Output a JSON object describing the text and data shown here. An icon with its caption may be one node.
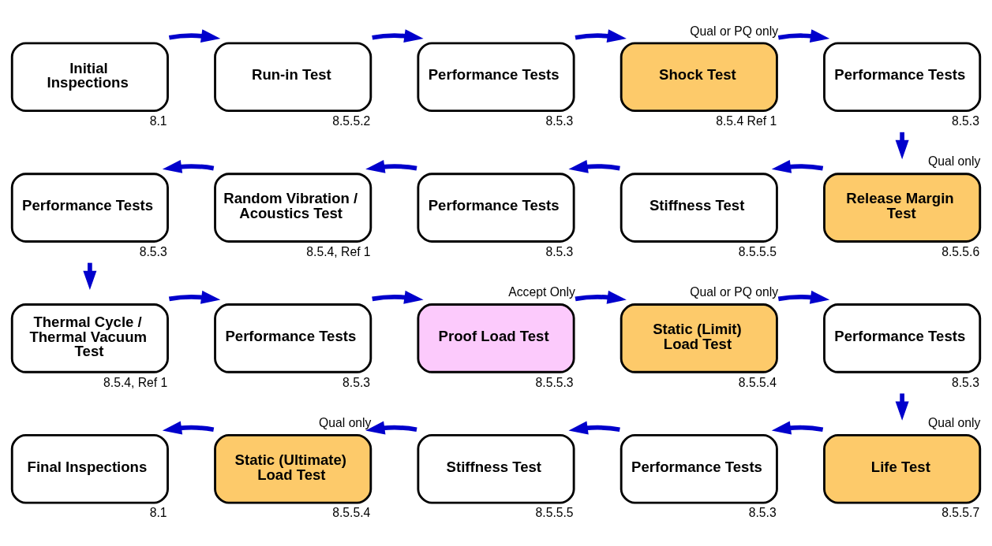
{
  "diagram": {
    "nodes": [
      {
        "text": [
          "Initial Inspections"
        ],
        "beside": [
          "8.1"
        ]
      },
      {
        "text": [
          "Run-in Test"
        ],
        "beside": [
          "8.5.5.2"
        ]
      },
      {
        "text": [
          "Performance Tests"
        ],
        "beside": [
          "8.5.3"
        ]
      },
      {
        "text": [
          "Shock Test"
        ],
        "beside": [
          "Qual or PQ only",
          "8.5.4 Ref 1"
        ]
      },
      {
        "text": [
          "Performance Tests"
        ],
        "beside": [
          "8.5.3"
        ]
      },
      {
        "text": [
          "Release Margin Test"
        ],
        "beside": [
          "Qual only",
          "8.5.5.6"
        ]
      },
      {
        "text": [
          "Stiffness Test"
        ],
        "beside": [
          "8.5.5.5"
        ]
      },
      {
        "text": [
          "Performance Tests"
        ],
        "beside": [
          "8.5.3"
        ]
      },
      {
        "text": [
          "Random Vibration / Acoustics Test"
        ],
        "beside": [
          "8.5.4, Ref 1"
        ]
      },
      {
        "text": [
          "Performance Tests"
        ],
        "beside": [
          "8.5.3"
        ]
      },
      {
        "text": [
          "Thermal Cycle / Thermal Vacuum Test"
        ],
        "beside": [
          "8.5.4, Ref 1"
        ]
      },
      {
        "text": [
          "Performance Tests"
        ],
        "beside": [
          "8.5.3"
        ]
      },
      {
        "text": [
          "Proof Load Test"
        ],
        "beside": [
          "Accept Only",
          "8.5.5.3"
        ]
      },
      {
        "text": [
          "Static (Limit) Load Test"
        ],
        "beside": [
          "Qual or PQ only",
          "8.5.5.4"
        ]
      },
      {
        "text": [
          "Performance Tests"
        ],
        "beside": [
          "8.5.3"
        ]
      },
      {
        "text": [
          "Life Test"
        ],
        "beside": [
          "Qual only",
          "8.5.5.7"
        ]
      },
      {
        "text": [
          "Performance Tests"
        ],
        "beside": [
          "8.5.3"
        ]
      },
      {
        "text": [
          "Stiffness Test"
        ],
        "beside": [
          "8.5.5.5"
        ]
      },
      {
        "text": [
          "Static (Ultimate) Load Test"
        ],
        "beside": [
          "Qual only",
          "8.5.5.4"
        ]
      },
      {
        "text": [
          "Final Inspections"
        ],
        "beside": [
          "8.1"
        ]
      }
    ],
    "edges": [
      {
        "from": 0,
        "to": 1,
        "arrow": "to"
      },
      {
        "from": 1,
        "to": 2,
        "arrow": "to"
      },
      {
        "from": 2,
        "to": 3,
        "arrow": "to"
      },
      {
        "from": 3,
        "to": 4,
        "arrow": "to"
      },
      {
        "from": 4,
        "to": 5,
        "arrow": "to"
      },
      {
        "from": 5,
        "to": 6,
        "arrow": "to"
      },
      {
        "from": 6,
        "to": 7,
        "arrow": "to"
      },
      {
        "from": 7,
        "to": 8,
        "arrow": "to"
      },
      {
        "from": 8,
        "to": 9,
        "arrow": "to"
      },
      {
        "from": 9,
        "to": 10,
        "arrow": "to"
      },
      {
        "from": 10,
        "to": 11,
        "arrow": "to"
      },
      {
        "from": 11,
        "to": 12,
        "arrow": "to"
      },
      {
        "from": 12,
        "to": 13,
        "arrow": "to"
      },
      {
        "from": 13,
        "to": 14,
        "arrow": "to"
      },
      {
        "from": 14,
        "to": 15,
        "arrow": "to"
      },
      {
        "from": 15,
        "to": 16,
        "arrow": "to"
      },
      {
        "from": 16,
        "to": 17,
        "arrow": "to"
      },
      {
        "from": 17,
        "to": 18,
        "arrow": "to"
      },
      {
        "from": 18,
        "to": 19,
        "arrow": "to"
      }
    ]
  }
}
